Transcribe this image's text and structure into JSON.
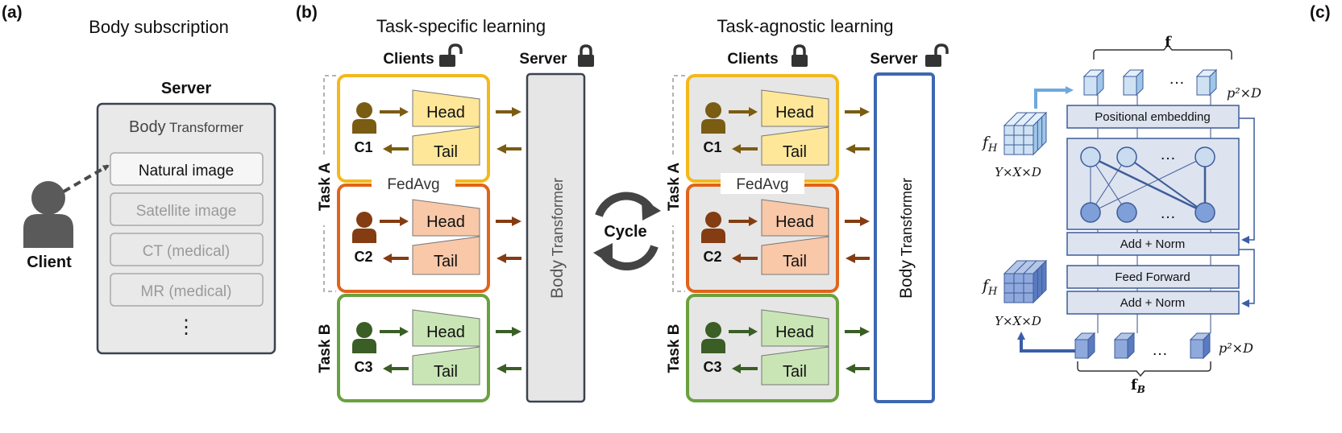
{
  "panel_a": {
    "label": "(a)",
    "title": "Body subscription",
    "server_label": "Server",
    "body_title_1": "Body",
    "body_title_2": "Transformer",
    "items": [
      "Natural image",
      "Satellite image",
      "CT (medical)",
      "MR (medical)",
      "⋮"
    ],
    "client_label": "Client"
  },
  "panel_b": {
    "label": "(b)",
    "left": {
      "title": "Task-specific learning",
      "clients_label": "Clients",
      "server_label": "Server",
      "body_label_1": "Body",
      "body_label_2": "Transformer"
    },
    "right": {
      "title": "Task-agnostic learning",
      "clients_label": "Clients",
      "server_label": "Server",
      "body_label_1": "Body",
      "body_label_2": "Transformer"
    },
    "head_label": "Head",
    "tail_label": "Tail",
    "fedavg_label": "FedAvg",
    "cycle_label": "Cycle",
    "task_a_label": "Task A",
    "task_b_label": "Task B",
    "clients": [
      "C1",
      "C2",
      "C3"
    ],
    "colors": {
      "c1_fill": "#ffe79a",
      "c1_stroke": "#f3b81c",
      "c1_icon": "#7a5c12",
      "c2_fill": "#f8c8a8",
      "c2_stroke": "#e0641a",
      "c2_icon": "#843c12",
      "c3_fill": "#c9e5b5",
      "c3_stroke": "#6aa13f",
      "c3_icon": "#3a5e25",
      "server_box": "#e6e6e6",
      "server_blue": "#3d67b1"
    }
  },
  "panel_c": {
    "label": "(c)",
    "f_label": "f",
    "p2d_top": "p²×D",
    "positional_embedding": "Positional embedding",
    "add_norm_1": "Add + Norm",
    "feed_forward": "Feed Forward",
    "add_norm_2": "Add + Norm",
    "fh_top": "f",
    "fh_top_sub": "H",
    "yxd_top": "Y×X×D",
    "fh_bottom": "f",
    "fh_bottom_sub": "H",
    "yxd_bottom": "Y×X×D",
    "p2d_bottom": "p²×D",
    "fb_label": "f",
    "fb_sub": "B",
    "dots": "…"
  }
}
